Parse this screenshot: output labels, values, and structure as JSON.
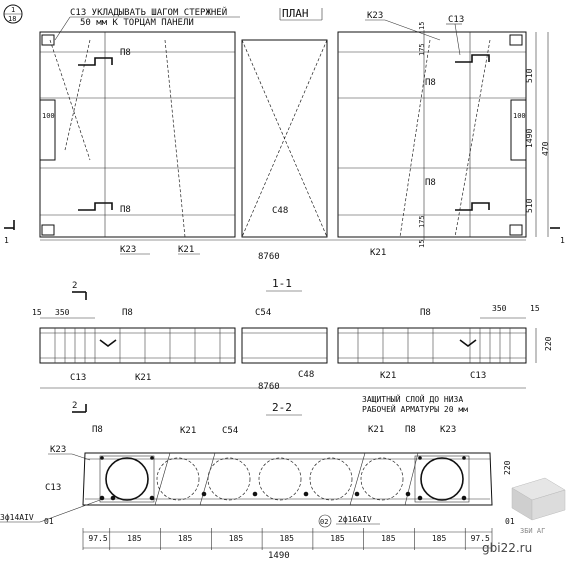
{
  "plan": {
    "title": "ПЛАН",
    "note_line1": "С13 УКЛАДЫВАТЬ ШАГОМ СТЕРЖНЕЙ",
    "note_line2": "50 мм К ТОРЦАМ ПАНЕЛИ",
    "marker_top": "1",
    "marker_bottom": "18",
    "labels": {
      "k23_top": "К23",
      "c13_top": "С13",
      "p8_a": "П8",
      "p8_b": "П8",
      "p8_c": "П8",
      "p8_d": "П8",
      "c48": "С48",
      "k23_bottom": "К23",
      "k21_bottom_a": "К21",
      "k21_bottom_b": "К21",
      "opening_left": "100",
      "opening_right": "100",
      "section_mark_left": "1",
      "section_mark_right": "1"
    },
    "dims": {
      "top_15": "15",
      "d175_top": "175",
      "d175_bottom": "175",
      "bottom_15": "15",
      "d510_top": "510",
      "d470": "470",
      "d510_bottom": "510",
      "d1490": "1490",
      "length": "8760"
    }
  },
  "section_1_1": {
    "title": "1-1",
    "mark": "2",
    "labels": {
      "p8_left": "П8",
      "c54": "С54",
      "p8_right": "П8",
      "c13_left": "С13",
      "k21_left": "К21",
      "c48": "С48",
      "k21_right": "К21",
      "c13_right": "С13"
    },
    "dims": {
      "d15_left": "15",
      "d350_left": "350",
      "d350_right": "350",
      "d15_right": "15",
      "height": "220",
      "length": "8760"
    }
  },
  "section_2_2": {
    "title": "2-2",
    "mark": "2",
    "note_line1": "ЗАЩИТНЫЙ СЛОЙ ДО НИЗА",
    "note_line2": "РАБОЧЕЙ АРМАТУРЫ 20 мм",
    "labels": {
      "p8_left": "П8",
      "k21_top": "К21",
      "c54": "С54",
      "k21_right": "К21",
      "p8_right": "П8",
      "k23_right": "К23",
      "k23_left": "К23",
      "c13_left": "С13",
      "rebar_left": "3ф14АIV",
      "rebar_center": "2ф16АIV",
      "pos01_left": "01",
      "pos02": "02",
      "pos01_right": "01",
      "height": "220"
    },
    "dims": [
      "97.5",
      "185",
      "185",
      "185",
      "185",
      "185",
      "185",
      "185",
      "97.5"
    ],
    "total": "1490"
  },
  "watermark": {
    "site": "gbi22.ru",
    "brand": "ЗБИ АГ"
  }
}
